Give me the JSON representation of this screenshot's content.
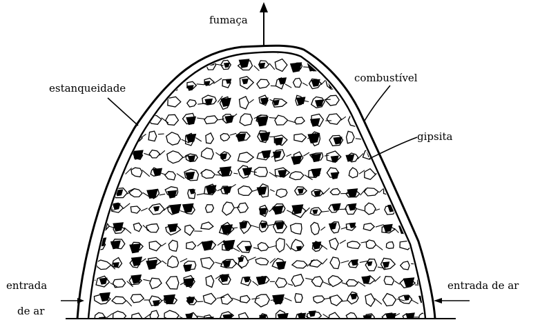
{
  "labels": {
    "fumaca": "fumaça",
    "estanqueidade": "estanqueidade",
    "combustivel": "combustível",
    "gipsita": "gipsita",
    "entrada_esquerda_1": "entrada",
    "entrada_esquerda_2": "de ar",
    "entrada_direita": "entrada de ar"
  },
  "colors": {
    "ink": "#000000",
    "background": "#ffffff"
  }
}
